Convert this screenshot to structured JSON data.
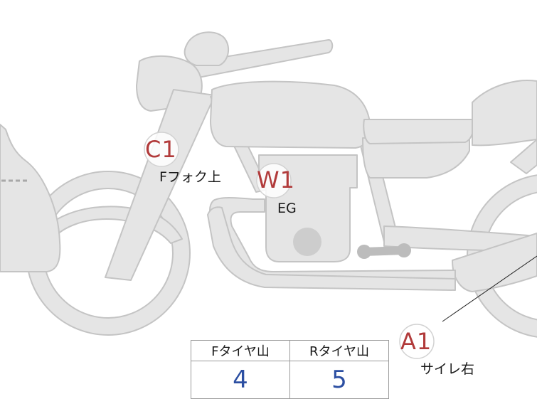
{
  "colors": {
    "body_fill": "#e5e5e5",
    "body_stroke": "#c4c4c4",
    "marker_fill": "#ffffff",
    "code_text": "#b13a3a",
    "value_text": "#2c4fa2",
    "hub": "#cdcdcd"
  },
  "markers": [
    {
      "id": "C1",
      "code": "C1",
      "caption": "Fフォク上"
    },
    {
      "id": "W1",
      "code": "W1",
      "caption": "EG"
    },
    {
      "id": "A1",
      "code": "A1",
      "caption": "サイレ右"
    }
  ],
  "tread_table": {
    "headers": [
      "Fタイヤ山",
      "Rタイヤ山"
    ],
    "values": [
      "4",
      "5"
    ]
  }
}
